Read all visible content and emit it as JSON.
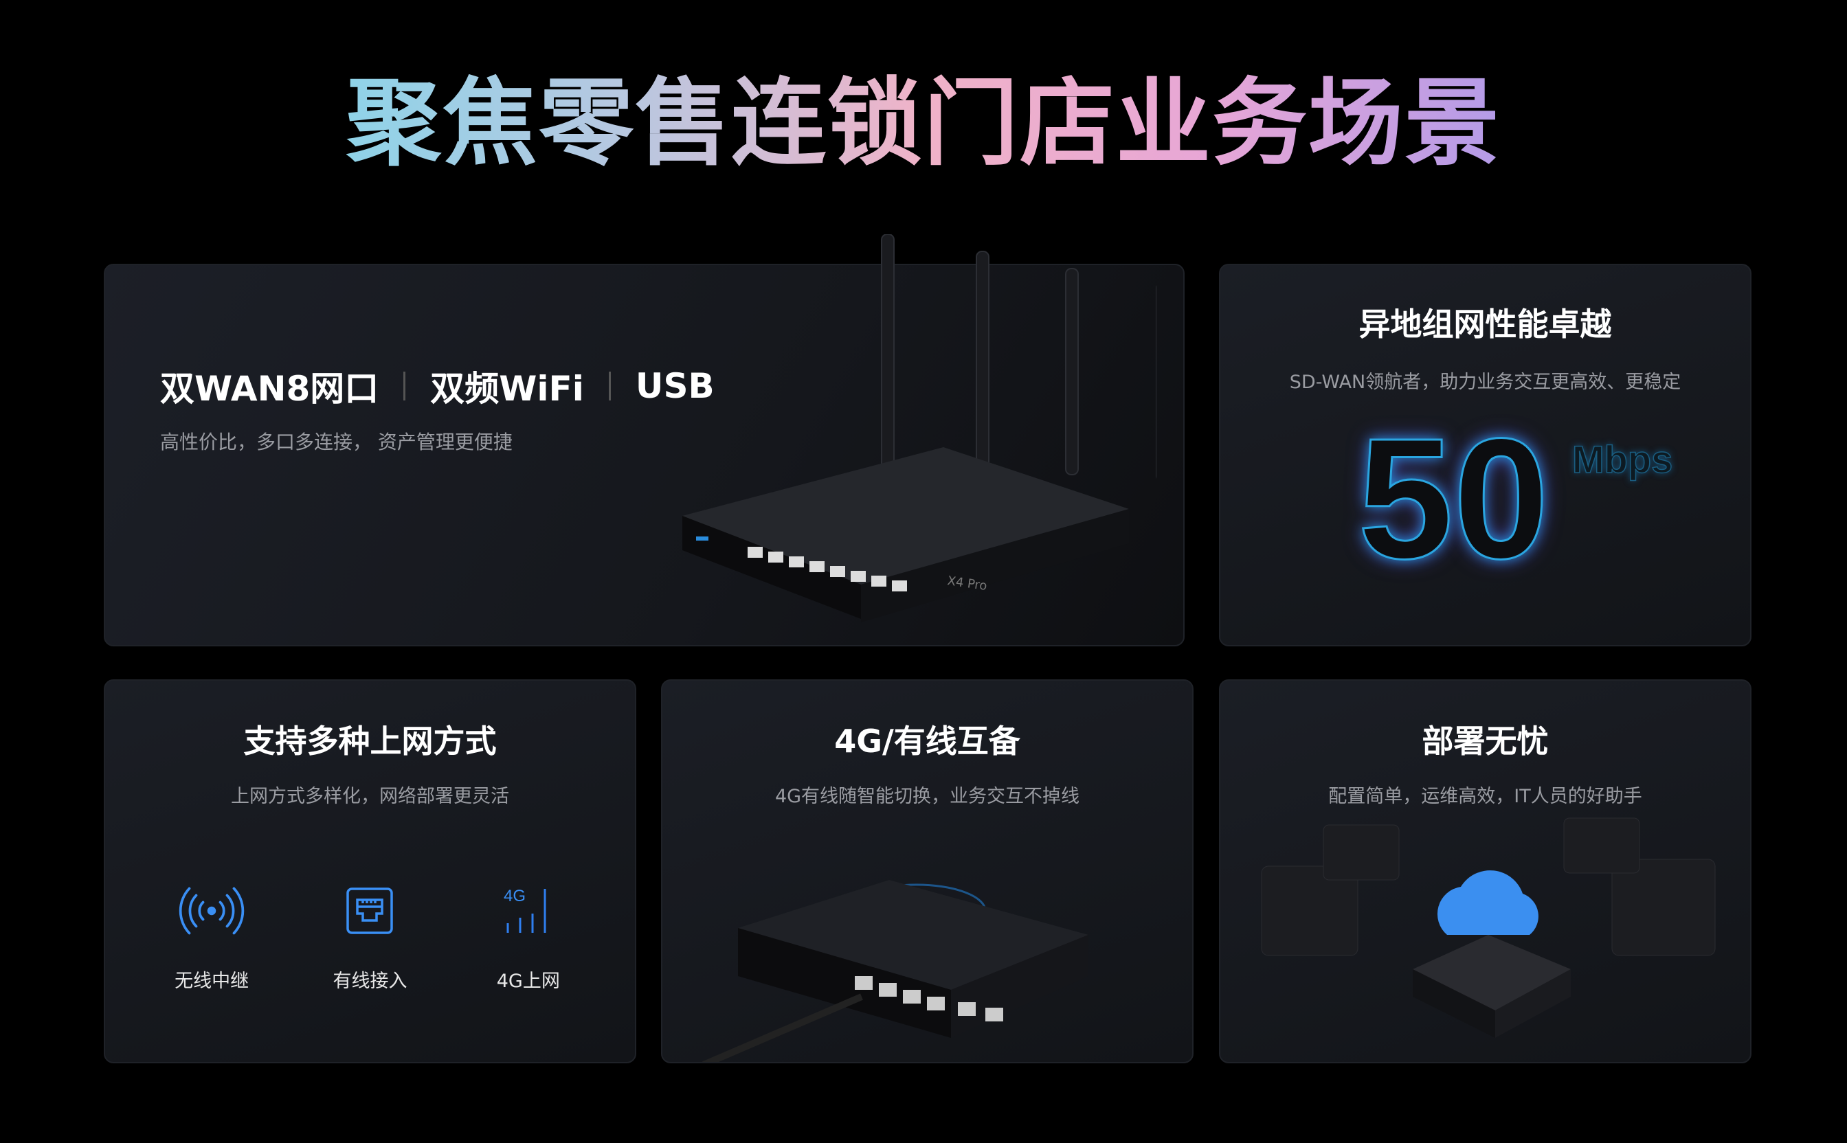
{
  "title": "聚焦零售连锁门店业务场景",
  "hero_card": {
    "features": [
      "双WAN8网口",
      "双频WiFi",
      "USB"
    ],
    "subtitle": "高性价比，多口多连接， 资产管理更便捷",
    "router_model": "X4 Pro"
  },
  "sdwan_card": {
    "title": "异地组网性能卓越",
    "subtitle": "SD-WAN领航者，助力业务交互更高效、更稳定",
    "speed_value": "50",
    "speed_unit": "Mbps"
  },
  "access_card": {
    "title": "支持多种上网方式",
    "subtitle": "上网方式多样化，网络部署更灵活",
    "items": [
      {
        "icon": "wireless-signal-icon",
        "label": "无线中继"
      },
      {
        "icon": "ethernet-port-icon",
        "label": "有线接入"
      },
      {
        "icon": "4g-signal-icon",
        "label": "4G上网",
        "icon_text": "4G"
      }
    ]
  },
  "backup_card": {
    "title": "4G/有线互备",
    "subtitle": "4G有线随智能切换，业务交互不掉线"
  },
  "deploy_card": {
    "title": "部署无忧",
    "subtitle": "配置简单，运维高效，IT人员的好助手"
  },
  "colors": {
    "accent_blue": "#2f8cff",
    "glow": "#2aa5e0"
  }
}
